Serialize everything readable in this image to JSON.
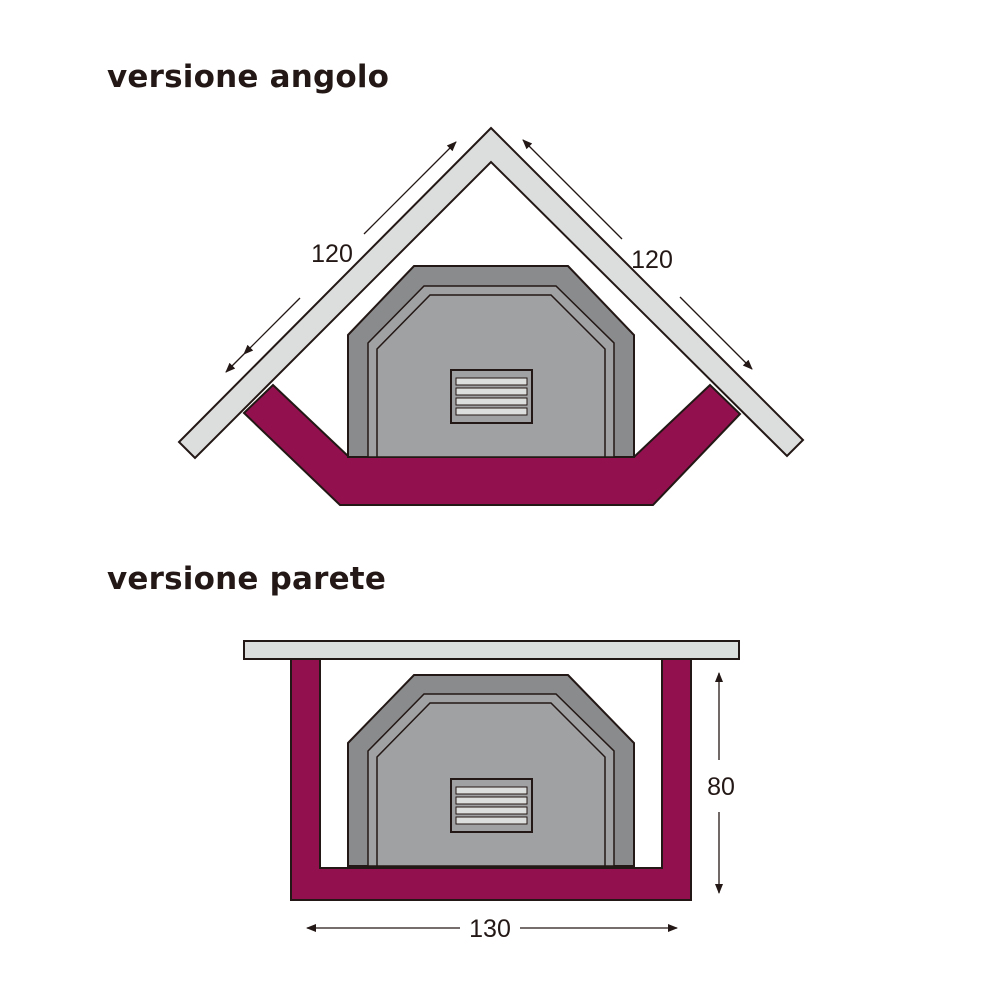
{
  "corner_version": {
    "title": "versione angolo",
    "dim_left": "120",
    "dim_right": "120"
  },
  "wall_version": {
    "title": "versione parete",
    "dim_height": "80",
    "dim_width": "130"
  },
  "colors": {
    "frame": "#93104f",
    "wall": "#dcdddd",
    "unit_outer": "#8a8b8d",
    "unit_inner": "#a0a1a3",
    "outline": "#231815"
  }
}
